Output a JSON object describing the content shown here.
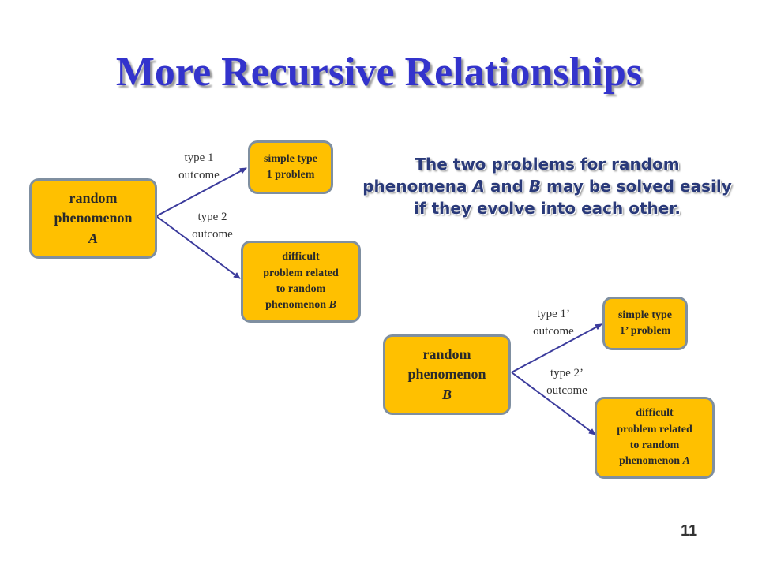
{
  "title": "More Recursive Relationships",
  "note": {
    "line1": "The two problems for random",
    "line2_pre": "phenomena ",
    "line2_a": "A",
    "line2_mid": " and ",
    "line2_b": "B",
    "line2_post": " may be solved easily",
    "line3": "if they evolve into each other."
  },
  "diagram_a": {
    "source": {
      "line1": "random",
      "line2": "phenomenon",
      "line3": "A"
    },
    "edge1": {
      "line1": "type 1",
      "line2": "outcome"
    },
    "edge2": {
      "line1": "type 2",
      "line2": "outcome"
    },
    "simple": {
      "line1": "simple type",
      "line2": "1 problem"
    },
    "difficult": {
      "line1": "difficult",
      "line2": "problem related",
      "line3": "to random",
      "line4_pre": "phenomenon ",
      "line4_var": "B"
    }
  },
  "diagram_b": {
    "source": {
      "line1": "random",
      "line2": "phenomenon",
      "line3": "B"
    },
    "edge1": {
      "line1": "type 1’",
      "line2": "outcome"
    },
    "edge2": {
      "line1": "type 2’",
      "line2": "outcome"
    },
    "simple": {
      "line1": "simple type",
      "line2": "1’ problem"
    },
    "difficult": {
      "line1": "difficult",
      "line2": "problem related",
      "line3": "to random",
      "line4_pre": "phenomenon ",
      "line4_var": "A"
    }
  },
  "page_number": "11",
  "colors": {
    "title": "#3333cc",
    "box_fill": "#ffc000",
    "box_border": "#7f8fa0",
    "arrow": "#3b3b9c"
  }
}
